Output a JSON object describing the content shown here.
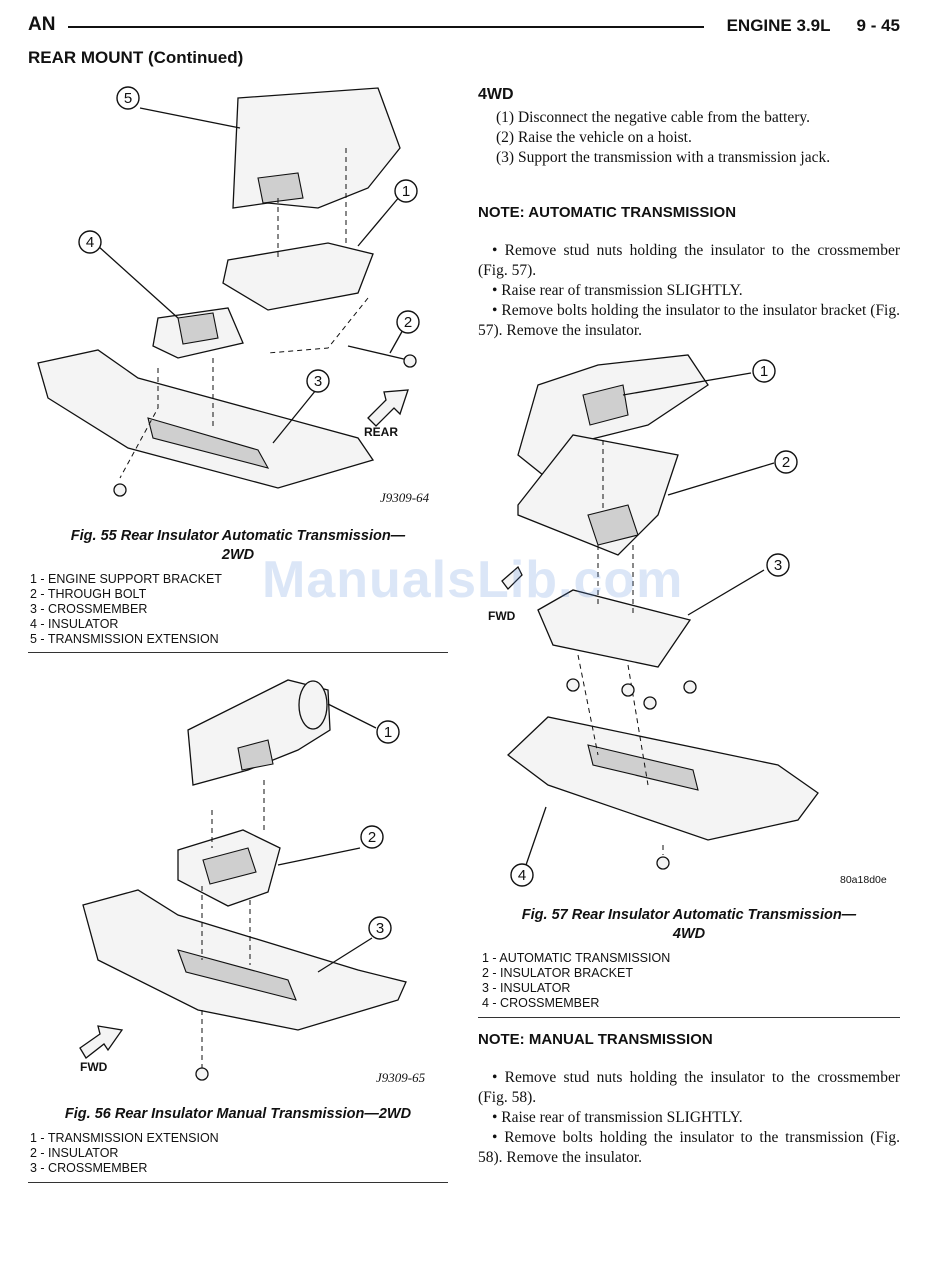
{
  "header": {
    "left": "AN",
    "section": "ENGINE 3.9L",
    "page": "9 - 45"
  },
  "section_title": "REAR MOUNT (Continued)",
  "watermark": "ManualsLib.com",
  "fig55": {
    "ref": "J9309-64",
    "rear_label": "REAR",
    "callouts": [
      "1",
      "2",
      "3",
      "4",
      "5"
    ],
    "caption_line1": "Fig. 55 Rear Insulator Automatic Transmission—",
    "caption_line2": "2WD",
    "legend": [
      "1 - ENGINE SUPPORT BRACKET",
      "2 - THROUGH BOLT",
      "3 - CROSSMEMBER",
      "4 - INSULATOR",
      "5 - TRANSMISSION EXTENSION"
    ]
  },
  "fig56": {
    "ref": "J9309-65",
    "fwd_label": "FWD",
    "callouts": [
      "1",
      "2",
      "3"
    ],
    "caption": "Fig. 56 Rear Insulator Manual Transmission—2WD",
    "legend": [
      "1 - TRANSMISSION EXTENSION",
      "2 - INSULATOR",
      "3 - CROSSMEMBER"
    ]
  },
  "fig57": {
    "ref": "80a18d0e",
    "fwd_label": "FWD",
    "callouts": [
      "1",
      "2",
      "3",
      "4"
    ],
    "caption_line1": "Fig. 57 Rear Insulator Automatic Transmission—",
    "caption_line2": "4WD",
    "legend": [
      "1 - AUTOMATIC TRANSMISSION",
      "2 - INSULATOR BRACKET",
      "3 - INSULATOR",
      "4 - CROSSMEMBER"
    ]
  },
  "right": {
    "heading_4wd": "4WD",
    "steps": [
      "(1) Disconnect the negative cable from the battery.",
      "(2) Raise the vehicle on a hoist.",
      "(3) Support the transmission with a transmission jack."
    ],
    "note_auto": "NOTE: AUTOMATIC TRANSMISSION",
    "auto_bullets": [
      "• Remove stud nuts holding the insulator to the crossmember (Fig. 57).",
      "• Raise rear of transmission SLIGHTLY.",
      "• Remove bolts holding the insulator to the insulator bracket (Fig. 57). Remove the insulator."
    ],
    "note_manual": "NOTE: MANUAL TRANSMISSION",
    "manual_bullets": [
      "• Remove stud nuts holding the insulator to the crossmember (Fig. 58).",
      "• Raise rear of transmission SLIGHTLY.",
      "• Remove bolts holding the insulator to the transmission (Fig. 58). Remove the insulator."
    ]
  }
}
